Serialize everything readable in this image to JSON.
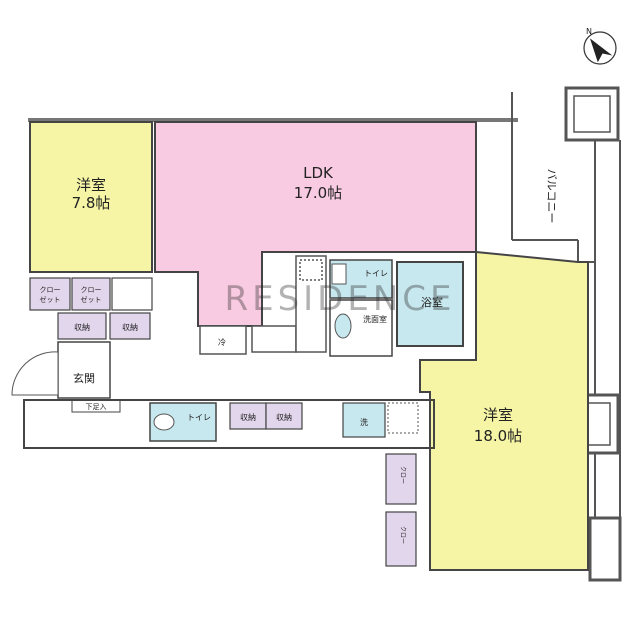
{
  "compass": {
    "label": "N",
    "icon": "north-arrow-icon"
  },
  "rooms": {
    "western_room_1": {
      "name": "洋室",
      "size": "7.8帖",
      "color": "#f6f5a6"
    },
    "ldk": {
      "name": "LDK",
      "size": "17.0帖",
      "color": "#f9cbe2"
    },
    "western_room_2": {
      "name": "洋室",
      "size": "18.0帖",
      "color": "#f6f5a6"
    },
    "bathroom": {
      "name": "浴室",
      "color": "#c8e8ef"
    },
    "washroom": {
      "name": "洗面室"
    },
    "toilet_upper": {
      "name": "トイレ",
      "color": "#c8e8ef"
    },
    "toilet_lower": {
      "name": "トイレ",
      "color": "#c8e8ef"
    },
    "entrance": {
      "name": "玄関"
    },
    "balcony": {
      "name": "バルコニー"
    }
  },
  "storage": {
    "color": "#e2d6ec",
    "closet_label": "クロー\nゼット",
    "closet_top_a": "クロー",
    "closet_top_b": "ゼット",
    "storage_label": "収納",
    "shoe_box": "下足入",
    "fridge": "冷",
    "laundry": "洗"
  },
  "watermark": "RESIDENCE"
}
